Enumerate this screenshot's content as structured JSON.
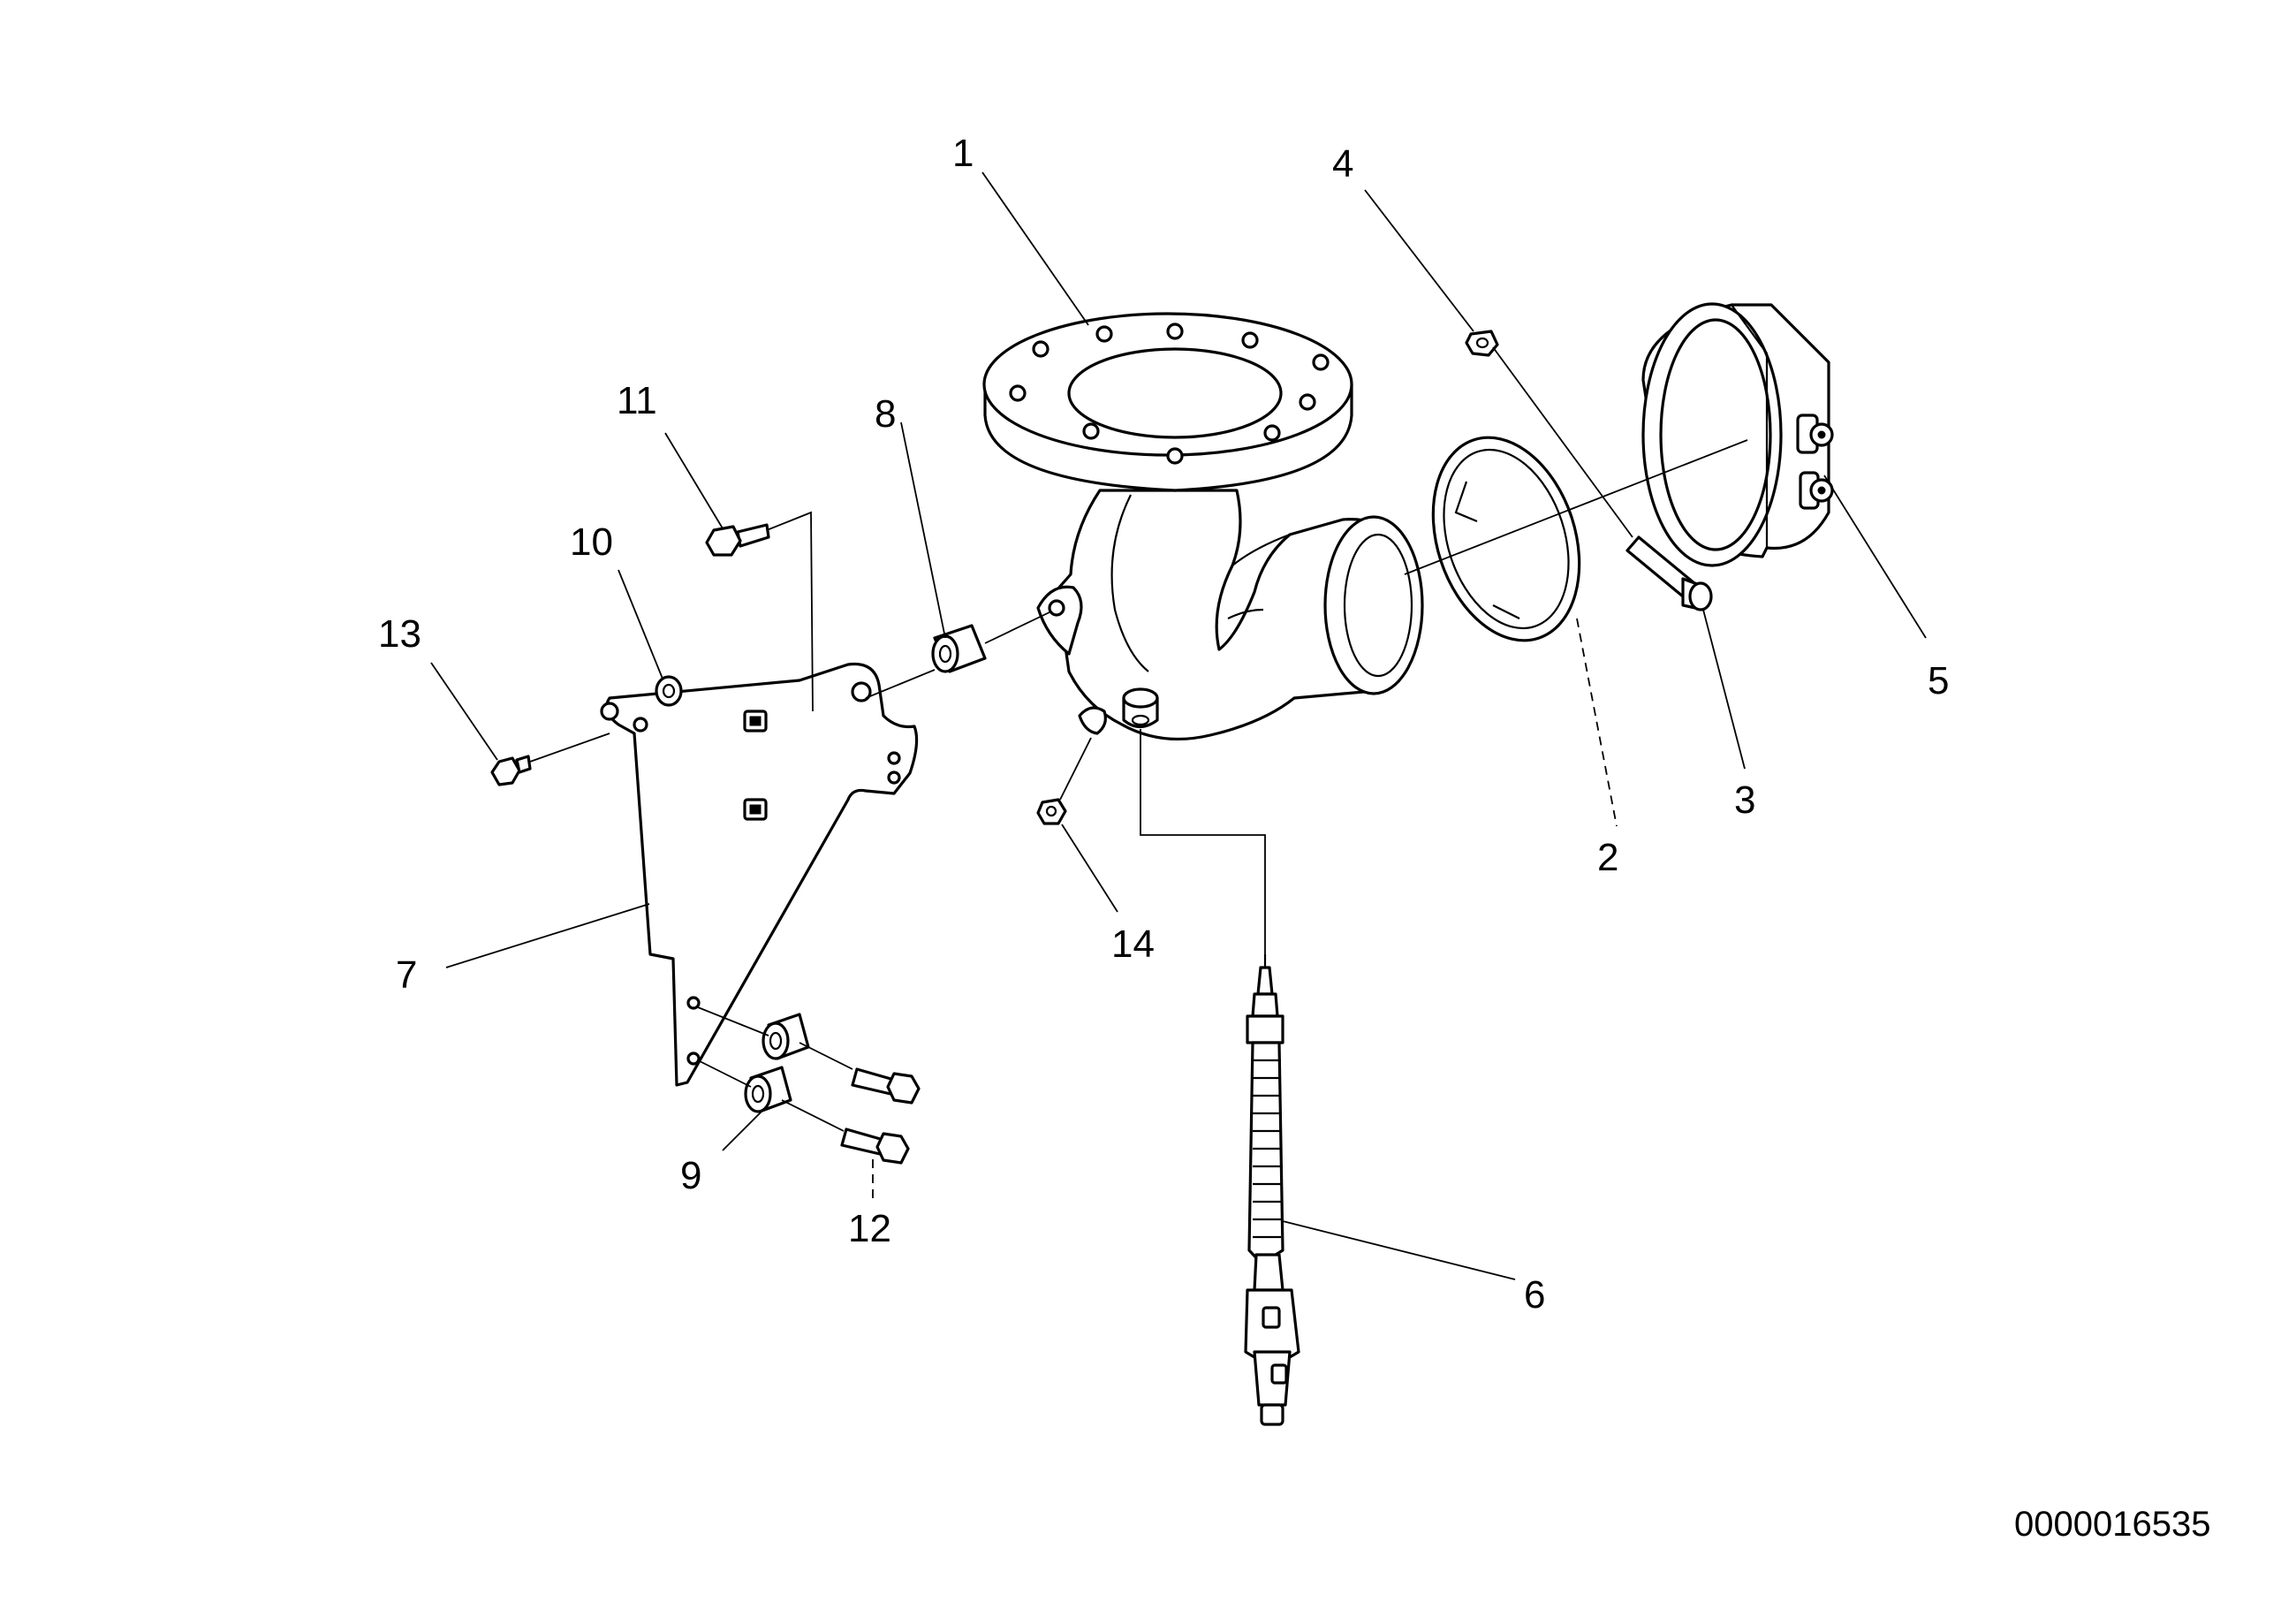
{
  "drawing_number": "0000016535",
  "callouts": [
    "1",
    "2",
    "3",
    "4",
    "5",
    "6",
    "7",
    "8",
    "9",
    "10",
    "11",
    "12",
    "13",
    "14"
  ]
}
